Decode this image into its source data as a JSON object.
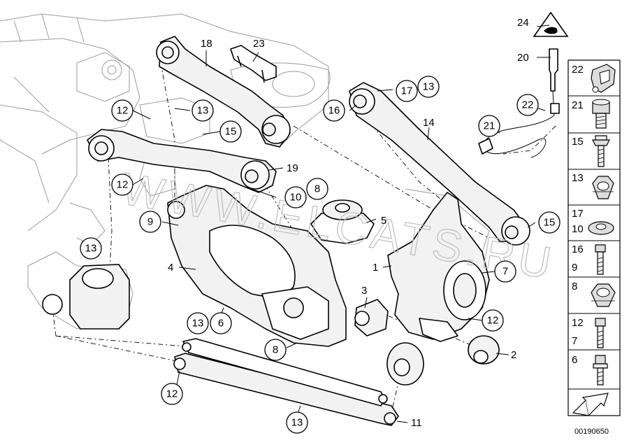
{
  "diagram": {
    "watermark": "WWW.ELCATS.RU",
    "image_code": "00190650",
    "callouts": [
      {
        "id": "c18",
        "text": "18",
        "circled": false
      },
      {
        "id": "c23",
        "text": "23",
        "circled": false
      },
      {
        "id": "c24",
        "text": "24",
        "circled": false
      },
      {
        "id": "c20",
        "text": "20",
        "circled": false
      },
      {
        "id": "c12a",
        "text": "12",
        "circled": true
      },
      {
        "id": "c13a",
        "text": "13",
        "circled": true
      },
      {
        "id": "c15a",
        "text": "15",
        "circled": true
      },
      {
        "id": "c17",
        "text": "17",
        "circled": true
      },
      {
        "id": "c13b",
        "text": "13",
        "circled": true
      },
      {
        "id": "c16",
        "text": "16",
        "circled": true
      },
      {
        "id": "c14",
        "text": "14",
        "circled": false
      },
      {
        "id": "c22",
        "text": "22",
        "circled": true
      },
      {
        "id": "c21",
        "text": "21",
        "circled": true
      },
      {
        "id": "c19",
        "text": "19",
        "circled": false
      },
      {
        "id": "c12b",
        "text": "12",
        "circled": true
      },
      {
        "id": "c10",
        "text": "10",
        "circled": true
      },
      {
        "id": "c8a",
        "text": "8",
        "circled": true
      },
      {
        "id": "c9",
        "text": "9",
        "circled": true
      },
      {
        "id": "c5",
        "text": "5",
        "circled": false
      },
      {
        "id": "c15b",
        "text": "15",
        "circled": true
      },
      {
        "id": "c13c",
        "text": "13",
        "circled": true
      },
      {
        "id": "c4",
        "text": "4",
        "circled": false
      },
      {
        "id": "c1",
        "text": "1",
        "circled": false
      },
      {
        "id": "c7",
        "text": "7",
        "circled": true
      },
      {
        "id": "c3",
        "text": "3",
        "circled": false
      },
      {
        "id": "c13d",
        "text": "13",
        "circled": true
      },
      {
        "id": "c6",
        "text": "6",
        "circled": true
      },
      {
        "id": "c12c",
        "text": "12",
        "circled": true
      },
      {
        "id": "c8b",
        "text": "8",
        "circled": true
      },
      {
        "id": "c2",
        "text": "2",
        "circled": false
      },
      {
        "id": "c12d",
        "text": "12",
        "circled": true
      },
      {
        "id": "c13e",
        "text": "13",
        "circled": true
      },
      {
        "id": "c11",
        "text": "11",
        "circled": false
      }
    ]
  },
  "sidebar": {
    "items": [
      {
        "labels": [
          "22"
        ],
        "icon": "bushing-bracket-icon"
      },
      {
        "labels": [
          "21"
        ],
        "icon": "hex-bolt-short-icon"
      },
      {
        "labels": [
          "15"
        ],
        "icon": "flange-bolt-icon"
      },
      {
        "labels": [
          "13"
        ],
        "icon": "hex-nut-icon"
      },
      {
        "labels": [
          "17",
          "10"
        ],
        "icon": "washer-icon"
      },
      {
        "labels": [
          "16",
          "9"
        ],
        "icon": "long-bolt-icon"
      },
      {
        "labels": [
          "8"
        ],
        "icon": "collar-nut-icon"
      },
      {
        "labels": [
          "12",
          "7"
        ],
        "icon": "hex-bolt-long-icon"
      },
      {
        "labels": [
          "6"
        ],
        "icon": "stud-bolt-icon"
      },
      {
        "labels": [],
        "icon": "direction-arrow-icon"
      }
    ]
  }
}
